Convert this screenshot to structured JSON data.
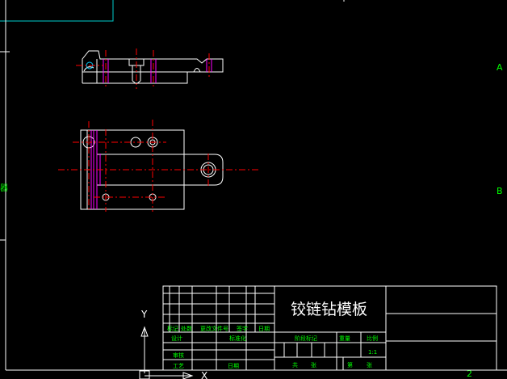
{
  "colors": {
    "background": "#000000",
    "frame": "#ffffff",
    "centerline": "#ff0000",
    "hidden": "#ff00ff",
    "zone_label": "#00ff00",
    "viewport_border": "#00cccc",
    "title_text": "#ffffff"
  },
  "zone_labels": {
    "right_a": "A",
    "right_b": "B",
    "bottom_2": "2",
    "left_mark": "器"
  },
  "ucs": {
    "y_label": "Y",
    "x_label": "X"
  },
  "title_block": {
    "drawing_title": "铰链钻模板",
    "rev_headers": [
      "标记",
      "处数",
      "更改文件号",
      "签字",
      "日期"
    ],
    "designed_label": "设计",
    "standardized_label": "标准化",
    "checked_label": "审核",
    "process_label": "工艺",
    "date_label": "日期",
    "stage_mark_label": "阶段标记",
    "weight_label": "重量",
    "scale_label": "比例",
    "scale_value": "1:1",
    "sheets_total_label": "共",
    "sheets_total_value": "张",
    "sheet_label": "第",
    "sheet_value": "张"
  }
}
